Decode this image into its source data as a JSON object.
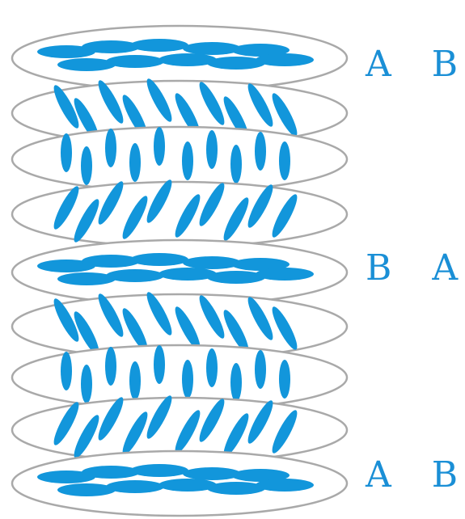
{
  "labels": {
    "top": "A B",
    "middle": "B A",
    "bottom": "A B"
  },
  "colors": {
    "molecule": "#1296db",
    "disc_outline": "#a9a9a9",
    "label": "#1a8fd6"
  },
  "layers": [
    {
      "orientation_deg": 0
    },
    {
      "orientation_deg": 45
    },
    {
      "orientation_deg": 90
    },
    {
      "orientation_deg": 135
    },
    {
      "orientation_deg": 180
    },
    {
      "orientation_deg": 45
    },
    {
      "orientation_deg": 90
    },
    {
      "orientation_deg": 135
    },
    {
      "orientation_deg": 180
    }
  ]
}
